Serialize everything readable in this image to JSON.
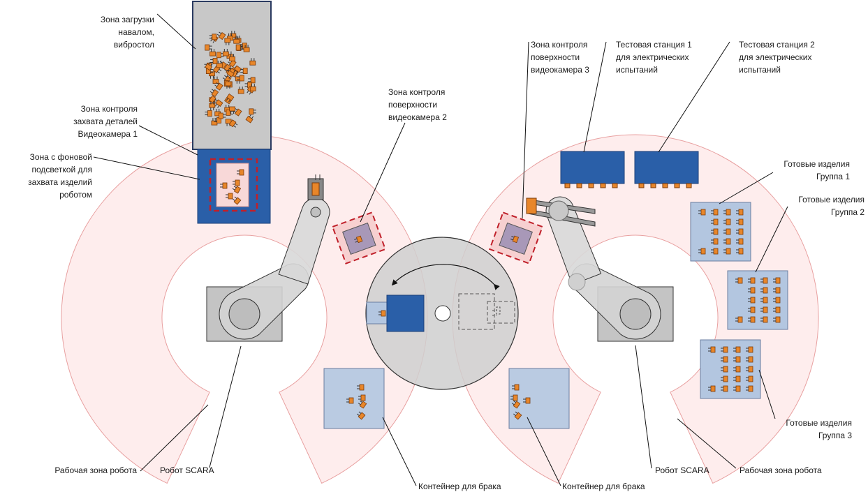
{
  "labels": {
    "bulk_zone": [
      "Зона загрузки",
      "навалом,",
      "вибростол"
    ],
    "grip_control": [
      "Зона контроля",
      "захвата деталей",
      "Видеокамера 1"
    ],
    "backlight_zone": [
      "Зона с фоновой",
      "подсветкой для",
      "захвата изделий",
      "роботом"
    ],
    "surface_cam2": [
      "Зона контроля",
      "поверхности",
      "видеокамера 2"
    ],
    "surface_cam3": [
      "Зона контроля",
      "поверхности",
      "видеокамера 3"
    ],
    "test_station_1": [
      "Тестовая станция 1",
      "для электрических",
      "испытаний"
    ],
    "test_station_2": [
      "Тестовая станция 2",
      "для электрических",
      "испытаний"
    ],
    "finished_group_1": [
      "Готовые изделия",
      "Группа 1"
    ],
    "finished_group_2": [
      "Готовые изделия",
      "Группа 2"
    ],
    "finished_group_3": [
      "Готовые изделия",
      "Группа 3"
    ],
    "robot_zone_left": "Рабочая зона робота",
    "robot_left": "Робот SCARA",
    "reject_left": "Контейнер для брака",
    "reject_right": "Контейнер для брака",
    "robot_right": "Робот SCARA",
    "robot_zone_right": "Рабочая зона робота"
  },
  "colors": {
    "work_zone_fill": "#fde6e6",
    "work_zone_stroke": "#e8a0a0",
    "station_blue": "#2a5fa8",
    "tray_blue": "#b3c6e0",
    "feeder_gray": "#c8c8c8",
    "robot_gray": "#d0d0d0",
    "part_orange": "#e8862a",
    "red_dashed": "#c0202a"
  },
  "icons": {
    "part": "smd-component-icon",
    "rotation_arrow": "curved-arrow-icon"
  }
}
